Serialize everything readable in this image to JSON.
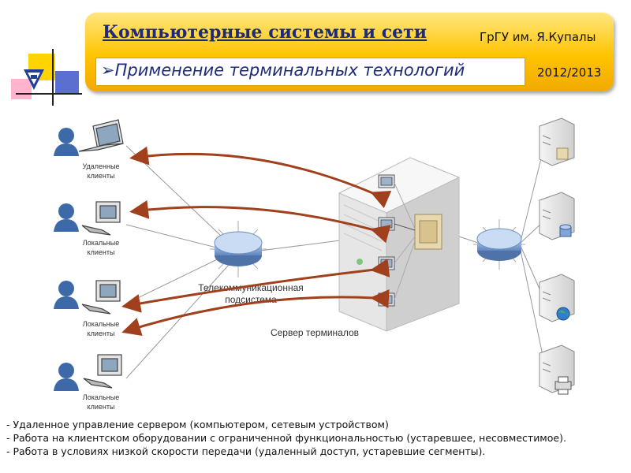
{
  "header": {
    "course_title": "Компьютерные системы и сети",
    "university": "ГрГУ им. Я.Купалы",
    "topic_prefix": "➢",
    "topic": "Применение терминальных технологий",
    "year": "2012/2013"
  },
  "diagram": {
    "client_labels": [
      [
        "Удаленные",
        "клиенты"
      ],
      [
        "Локальные",
        "клиенты"
      ],
      [
        "Локальные",
        "клиенты"
      ],
      [
        "Локальные",
        "клиенты"
      ]
    ],
    "network_label": [
      "Телекоммуникационная",
      "подсистема"
    ],
    "server_label": "Сервер терминалов"
  },
  "bullets": [
    "- Удаленное управление сервером (компьютером, сетевым устройством)",
    "- Работа на клиентском оборудовании с ограниченной функциональностью (устаревшее, несовместимое).",
    "- Работа в условиях низкой скорости передачи (удаленный доступ, устаревшие сегменты)."
  ],
  "colors": {
    "header_gold": "#ffc400",
    "title_blue": "#1f2a7a",
    "arrow": "#a0401c",
    "hub_blue": "#7fa6d6"
  }
}
